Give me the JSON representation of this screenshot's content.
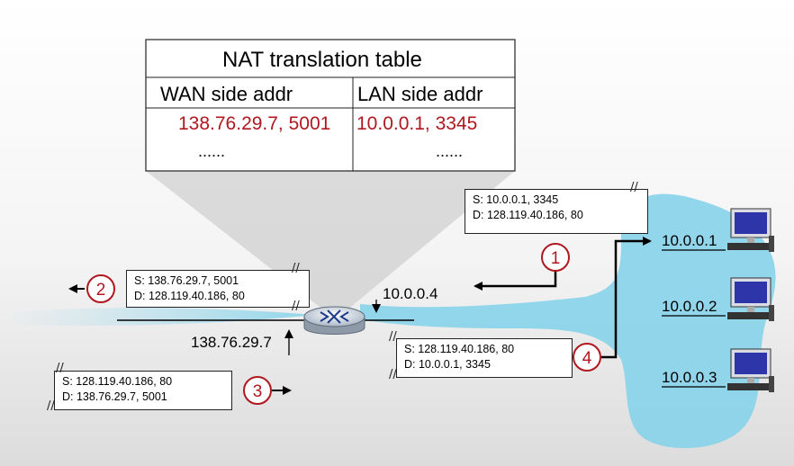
{
  "nat_table": {
    "title": "NAT translation table",
    "col_wan": "WAN side addr",
    "col_lan": "LAN side addr",
    "row_wan": "138.76.29.7, 5001",
    "row_lan": "10.0.0.1, 3345",
    "dots_wan": "......",
    "dots_lan": "......"
  },
  "packets": {
    "p1": {
      "src": "S: 10.0.0.1, 3345",
      "dst": "D: 128.119.40.186, 80"
    },
    "p2": {
      "src": "S: 138.76.29.7, 5001",
      "dst": "D: 128.119.40.186, 80"
    },
    "p3": {
      "src": "S: 128.119.40.186, 80",
      "dst": "D: 138.76.29.7, 5001"
    },
    "p4": {
      "src": "S: 128.119.40.186, 80",
      "dst": "D: 10.0.0.1, 3345"
    }
  },
  "steps": [
    "1",
    "2",
    "3",
    "4"
  ],
  "router": {
    "lan_ip": "10.0.0.4",
    "wan_ip": "138.76.29.7"
  },
  "hosts": [
    "10.0.0.1",
    "10.0.0.2",
    "10.0.0.3"
  ],
  "colors": {
    "accent_red": "#b0171f",
    "lan_blue": "#87d3ea"
  }
}
